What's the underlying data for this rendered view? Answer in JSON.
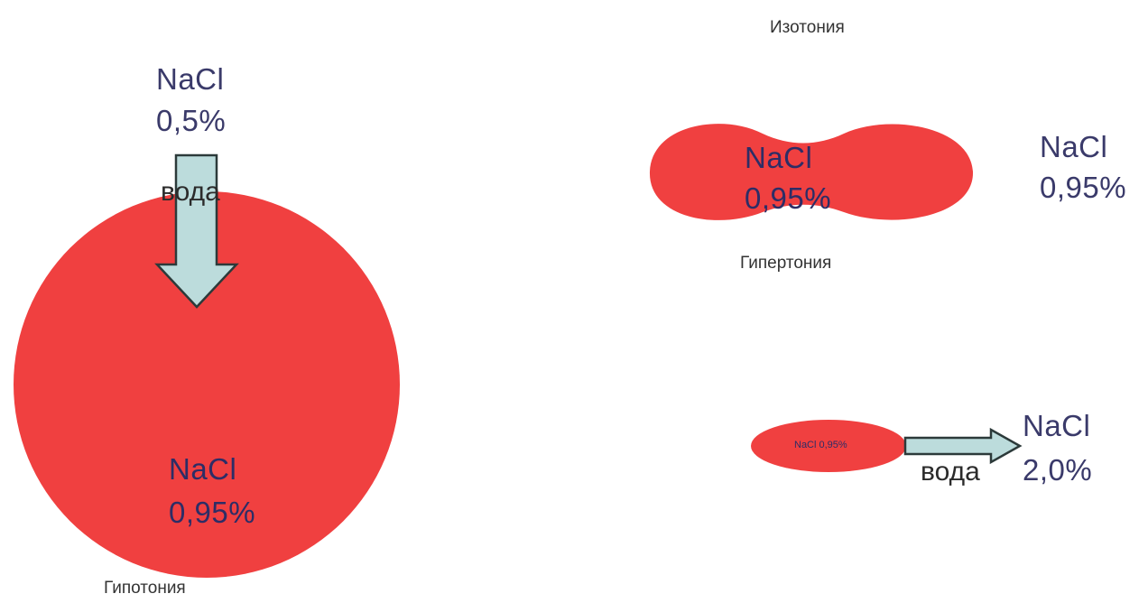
{
  "colors": {
    "cell": "#f04040",
    "arrow_fill": "#bcdcdc",
    "arrow_stroke": "#2c3a3a",
    "background": "#ffffff"
  },
  "isotonia": {
    "state_label": "Изотония",
    "cell_line1": "NaCl",
    "cell_line2": "0,95%",
    "outside_line1": "NaCl",
    "outside_line2": "0,95%"
  },
  "hypertonia": {
    "state_label": "Гипертония",
    "cell_text": "NaCl 0,95%",
    "outside_line1": "NaCl",
    "outside_line2": "2,0%",
    "water_label": "вода"
  },
  "hypotonia": {
    "state_label": "Гипотония",
    "cell_line1": "NaCl",
    "cell_line2": "0,95%",
    "outside_line1": "NaCl",
    "outside_line2": "0,5%",
    "water_label": "вода"
  }
}
